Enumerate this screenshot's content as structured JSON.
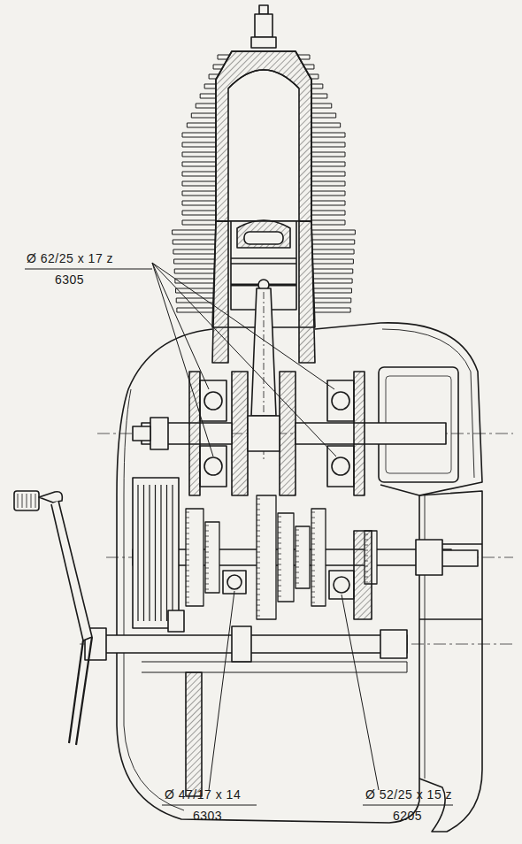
{
  "diagram": {
    "labels": [
      "Ø 62/25 x 17 z",
      "6305",
      "Ø 47/17 x 14",
      "6303",
      "Ø 52/25 x 15 z",
      "6205"
    ]
  }
}
